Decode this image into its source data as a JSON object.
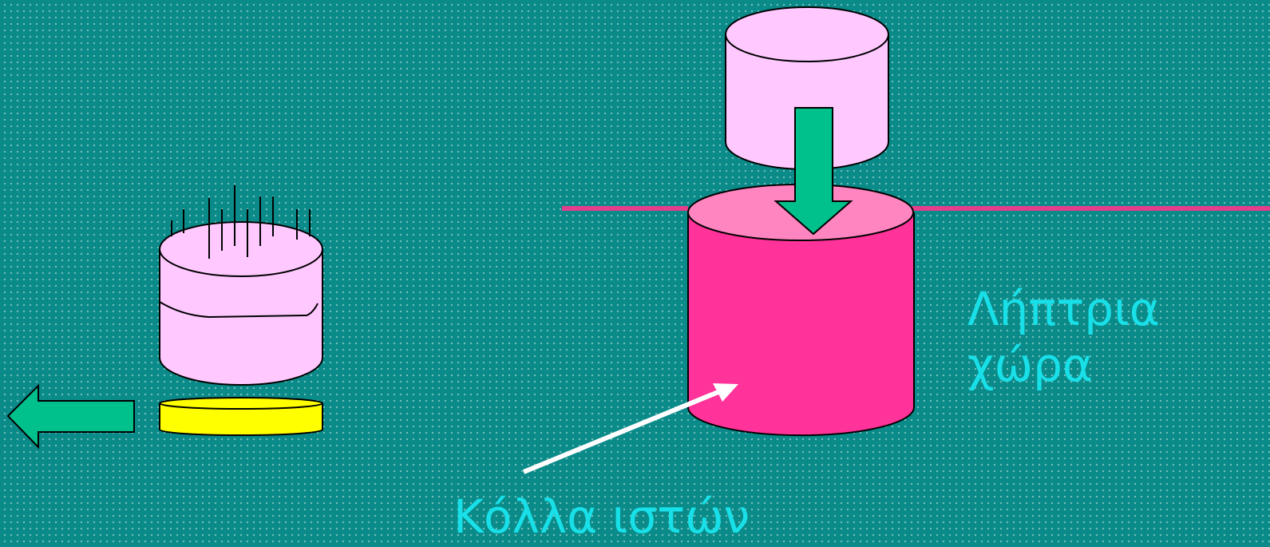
{
  "colors": {
    "background": "#0a8a88",
    "label_text": "#19e0e8",
    "graft_cylinder": "#ffc8ff",
    "recipient_top": "#ff85c0",
    "recipient_body": "#ff3399",
    "recipient_line": "#e63c8c",
    "arrow_green": "#00c08c",
    "disc_yellow": "#ffff00",
    "glue_arrow": "#ffffff"
  },
  "labels": {
    "recipient_site": {
      "line1": "Λήπτρια",
      "line2": "χώρα"
    },
    "tissue_glue": "Κόλλα ιστών"
  },
  "icons": {
    "press_arrow": "arrow-down-icon",
    "remove_arrow": "arrow-left-icon",
    "glue_pointer": "arrow-up-right-icon"
  }
}
